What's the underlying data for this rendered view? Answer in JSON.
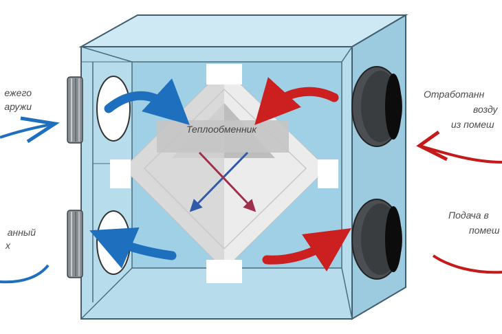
{
  "diagram": {
    "center_label": "Теплообменник",
    "labels": {
      "top_left": [
        "ежего",
        "аружи"
      ],
      "bottom_left": [
        "анный",
        "х"
      ],
      "top_right": [
        "Отработанн",
        "возду",
        "из помеш"
      ],
      "bottom_right": [
        "Подача в",
        "помеш"
      ]
    },
    "colors": {
      "box_fill": "#aed8ea",
      "box_edge": "#3f5f70",
      "hot_arrow": "#cc1f1f",
      "cold_arrow": "#1f6fbf",
      "exchanger": "#d9d9d9",
      "label_text": "#4a4a4a"
    }
  }
}
